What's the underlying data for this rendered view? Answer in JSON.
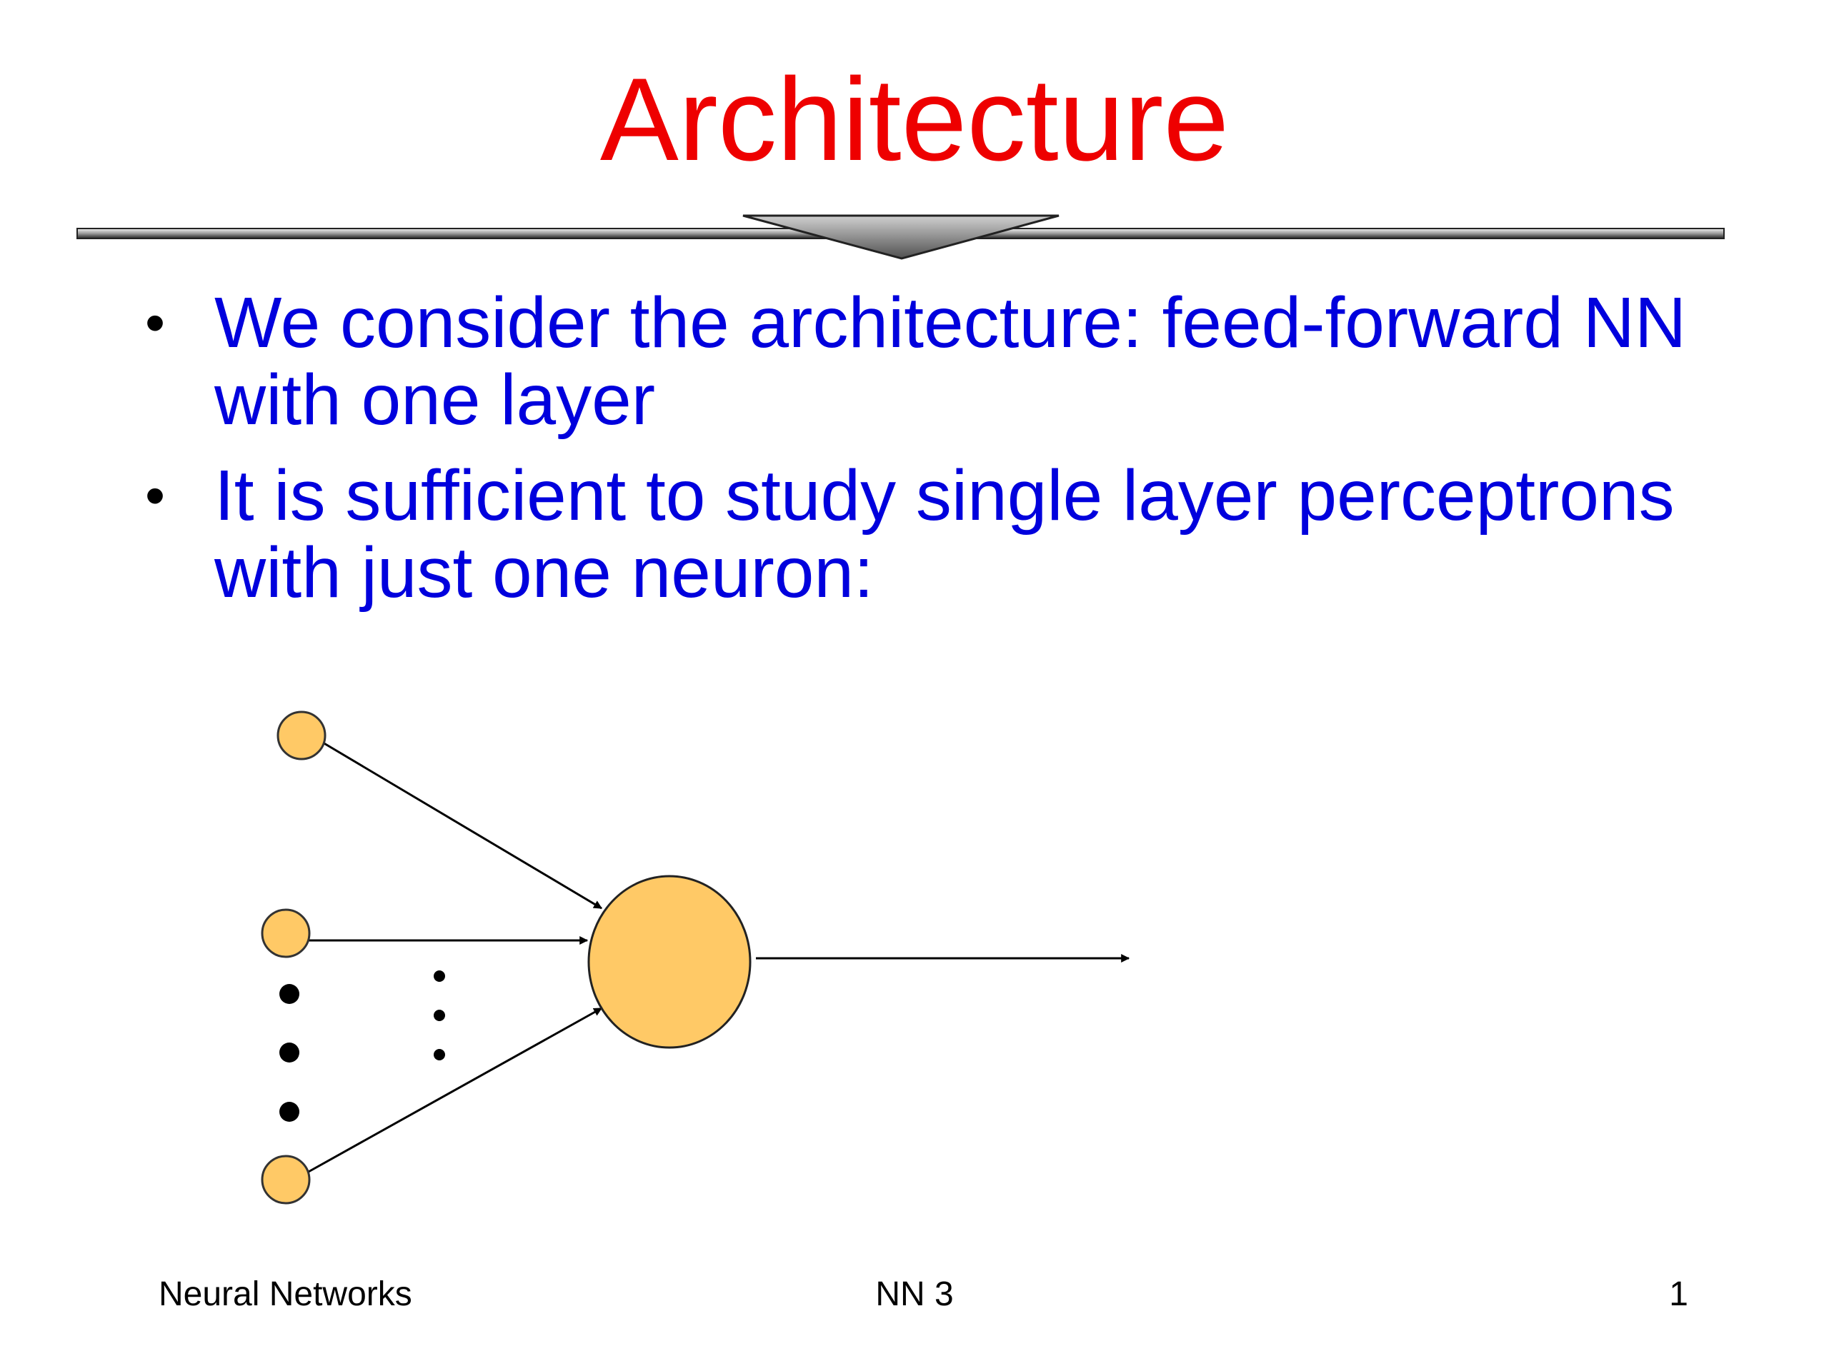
{
  "slide": {
    "title": "Architecture",
    "bullets": [
      "We consider the architecture: feed-forward NN with one layer",
      "It is sufficient to study single layer perceptrons with just one neuron:"
    ],
    "bullet_marker": "•"
  },
  "footer": {
    "left": "Neural Networks",
    "center": "NN 3",
    "right": "1"
  },
  "colors": {
    "title": "#ee0000",
    "bullet_text": "#0000dd",
    "node_fill": "#ffc966",
    "node_stroke": "#333333"
  },
  "diagram": {
    "input_nodes_shown": 3,
    "output_nodes": 1
  }
}
